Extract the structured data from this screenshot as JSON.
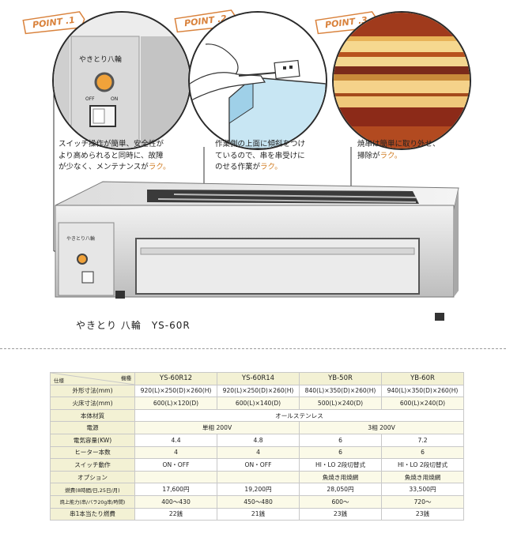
{
  "points": [
    {
      "tag": "POINT .1",
      "text_lines": [
        "スイッチ操作が簡単、安全性が",
        "より高められると同時に、故障"
      ],
      "highlight_prefix": "が少なく、メンテナンスが",
      "highlight": "ラク。"
    },
    {
      "tag": "POINT .2",
      "text_lines": [
        "作業側の上面に傾斜をつけ",
        "ているので、串を串受けに"
      ],
      "highlight_prefix": "のせる作業が",
      "highlight": "ラク。"
    },
    {
      "tag": "POINT .3",
      "text_lines": [
        "焼串は簡単に取り外せ、"
      ],
      "highlight_prefix": "掃除が",
      "highlight": "ラク。"
    }
  ],
  "panel": {
    "brand": "やきとり八輪",
    "off": "OFF",
    "on": "ON"
  },
  "caption": "やきとり 八輪　YS-60R",
  "spec": {
    "corner_top": "機種",
    "corner_bottom": "仕様",
    "models": [
      "YS-60R12",
      "YS-60R14",
      "YB-50R",
      "YB-60R"
    ],
    "rows": [
      {
        "label": "外形寸法(mm)",
        "cells": [
          "920(L)×250(D)×260(H)",
          "920(L)×250(D)×260(H)",
          "840(L)×350(D)×260(H)",
          "940(L)×350(D)×260(H)"
        ]
      },
      {
        "label": "火床寸法(mm)",
        "cells": [
          "600(L)×120(D)",
          "600(L)×140(D)",
          "500(L)×240(D)",
          "600(L)×240(D)"
        ]
      },
      {
        "label": "本体材質",
        "span4": "オールステンレス"
      },
      {
        "label": "電源",
        "span2": [
          "単相 200V",
          "3相 200V"
        ]
      },
      {
        "label": "電気容量(KW)",
        "cells": [
          "4.4",
          "4.8",
          "6",
          "7.2"
        ]
      },
      {
        "label": "ヒーター本数",
        "cells": [
          "4",
          "4",
          "6",
          "6"
        ]
      },
      {
        "label": "スイッチ動作",
        "cells": [
          "ON・OFF",
          "ON・OFF",
          "HI・LO 2段切替式",
          "HI・LO 2段切替式"
        ]
      },
      {
        "label": "オプション",
        "cells": [
          "",
          "",
          "魚焼き用焼網",
          "魚焼き用焼網"
        ]
      },
      {
        "label": "燃費(8時間/日,25日/月)",
        "cells": [
          "17,600円",
          "19,200円",
          "28,050円",
          "33,500円"
        ]
      },
      {
        "label": "焼上能力(串/バラ20g串/時間)",
        "cells": [
          "400〜430",
          "450〜480",
          "600〜",
          "720〜"
        ]
      },
      {
        "label": "串1本当たり燃費",
        "cells": [
          "22銭",
          "21銭",
          "23銭",
          "23銭"
        ]
      }
    ]
  },
  "colors": {
    "accent": "#d9823c",
    "table_header": "#f3f1d4"
  }
}
